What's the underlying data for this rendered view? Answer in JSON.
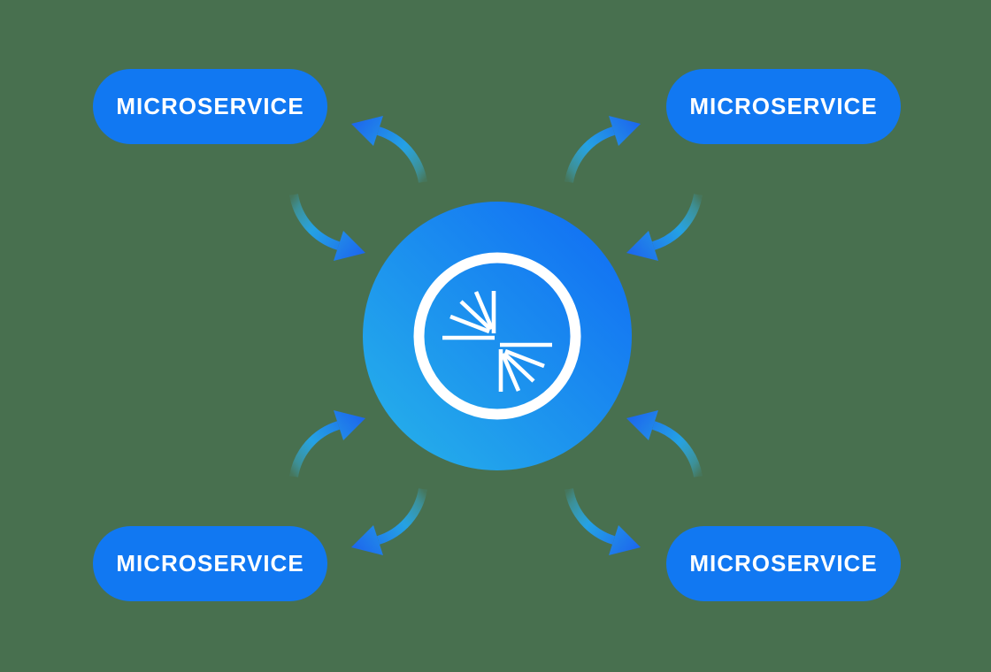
{
  "diagram": {
    "type": "hub-and-spoke",
    "hub": {
      "id": "event-streaming-hub",
      "icon": "confluent-starburst-icon",
      "shape": "circle-with-ring"
    },
    "nodes": [
      {
        "id": "top-left",
        "label": "MICROSERVICE"
      },
      {
        "id": "top-right",
        "label": "MICROSERVICE"
      },
      {
        "id": "bottom-left",
        "label": "MICROSERVICE"
      },
      {
        "id": "bottom-right",
        "label": "MICROSERVICE"
      }
    ],
    "links": [
      {
        "from": "event-streaming-hub",
        "to": "top-left",
        "bidirectional": true
      },
      {
        "from": "event-streaming-hub",
        "to": "top-right",
        "bidirectional": true
      },
      {
        "from": "event-streaming-hub",
        "to": "bottom-left",
        "bidirectional": true
      },
      {
        "from": "event-streaming-hub",
        "to": "bottom-right",
        "bidirectional": true
      }
    ],
    "colors": {
      "background": "#48704f",
      "node_fill": "#1178f2",
      "node_text": "#ffffff",
      "hub_gradient_start": "#27b4e9",
      "hub_gradient_end": "#1375f3",
      "arrow_tail": "#32bbee",
      "arrow_mid": "#23a4ec",
      "arrow_head": "#1c66ee",
      "logo_color": "#ffffff"
    }
  }
}
